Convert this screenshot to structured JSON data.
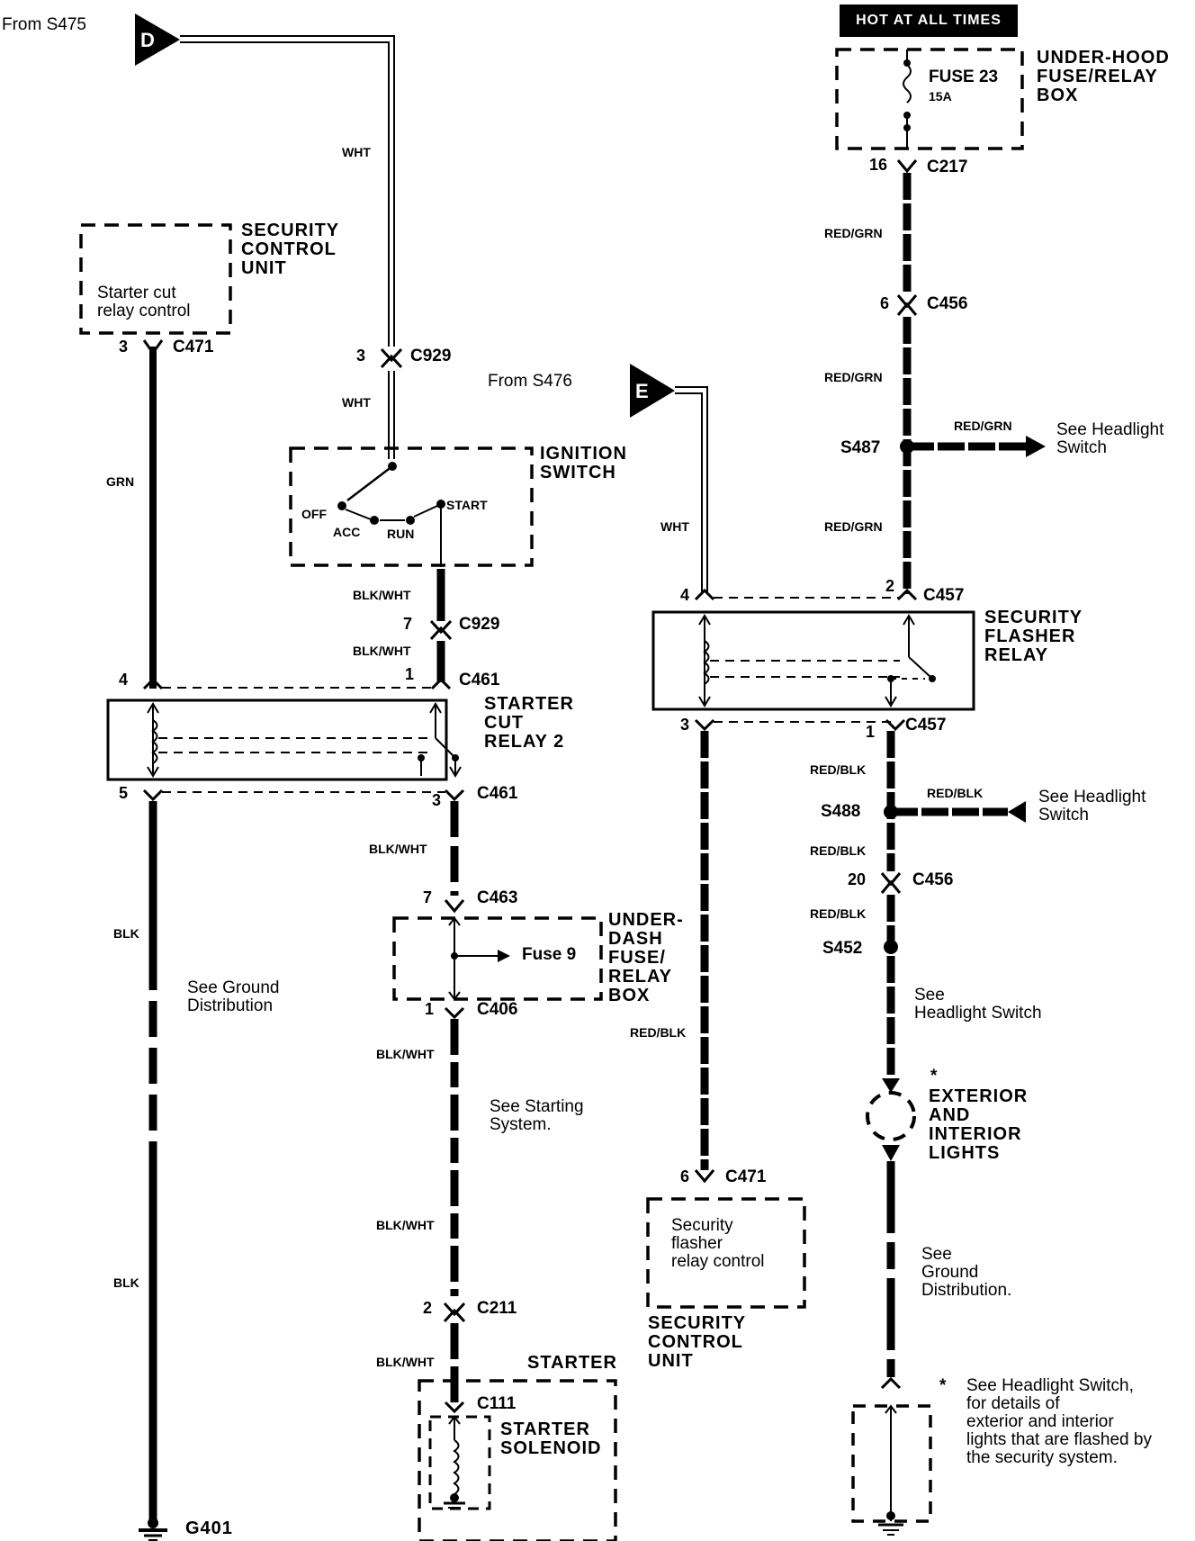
{
  "top": {
    "from_s475": "From S475",
    "from_s476": "From S476",
    "connector_d": "D",
    "connector_e": "E",
    "hot_at_all_times": "HOT AT ALL TIMES"
  },
  "under_hood_box": {
    "title": "UNDER-HOOD\nFUSE/RELAY\nBOX",
    "fuse": "FUSE  23",
    "rating": "15A"
  },
  "security_control_unit_top": {
    "title": "SECURITY\nCONTROL\nUNIT",
    "function": "Starter cut\nrelay control"
  },
  "security_control_unit_bottom": {
    "title": "SECURITY\nCONTROL\nUNIT",
    "function": "Security\nflasher\nrelay control"
  },
  "ignition_switch": {
    "title": "IGNITION\nSWITCH",
    "positions": [
      "OFF",
      "ACC",
      "RUN",
      "START"
    ]
  },
  "starter_cut_relay": {
    "title": "STARTER\nCUT\nRELAY 2"
  },
  "security_flasher_relay": {
    "title": "SECURITY\nFLASHER\nRELAY"
  },
  "under_dash_box": {
    "title": "UNDER-\nDASH\nFUSE/\nRELAY\nBOX",
    "fuse": "Fuse 9"
  },
  "starter": {
    "title": "STARTER",
    "solenoid": "STARTER\nSOLENOID"
  },
  "lights": {
    "title": "EXTERIOR\nAND\nINTERIOR\nLIGHTS",
    "asterisk": "*"
  },
  "ground": {
    "g401": "G401"
  },
  "wires": {
    "wht": "WHT",
    "grn": "GRN",
    "blk": "BLK",
    "blk_wht": "BLK/WHT",
    "red_grn": "RED/GRN",
    "red_blk": "RED/BLK"
  },
  "connectors": {
    "c471": "C471",
    "c929": "C929",
    "c461": "C461",
    "c463": "C463",
    "c406": "C406",
    "c211": "C211",
    "c111": "C111",
    "c217": "C217",
    "c456": "C456",
    "c457": "C457"
  },
  "pins": {
    "p3": "3",
    "p4": "4",
    "p5": "5",
    "p1": "1",
    "p7": "7",
    "p2": "2",
    "p6": "6",
    "p16": "16",
    "p20": "20"
  },
  "splices": {
    "s487": "S487",
    "s488": "S488",
    "s452": "S452"
  },
  "references": {
    "see_headlight_switch": "See Headlight\nSwitch",
    "see_headlight_switch_2": "See Headlight\nSwitch",
    "see_headlight_switch_3": "See\nHeadlight Switch",
    "see_ground_dist": "See Ground\nDistribution",
    "see_ground_dist_2": "See\nGround\nDistribution.",
    "see_starting_system": "See Starting\nSystem.",
    "footnote_star": "*",
    "footnote": "See Headlight Switch,\nfor details of\nexterior and interior\nlights that are flashed by\nthe security system."
  }
}
